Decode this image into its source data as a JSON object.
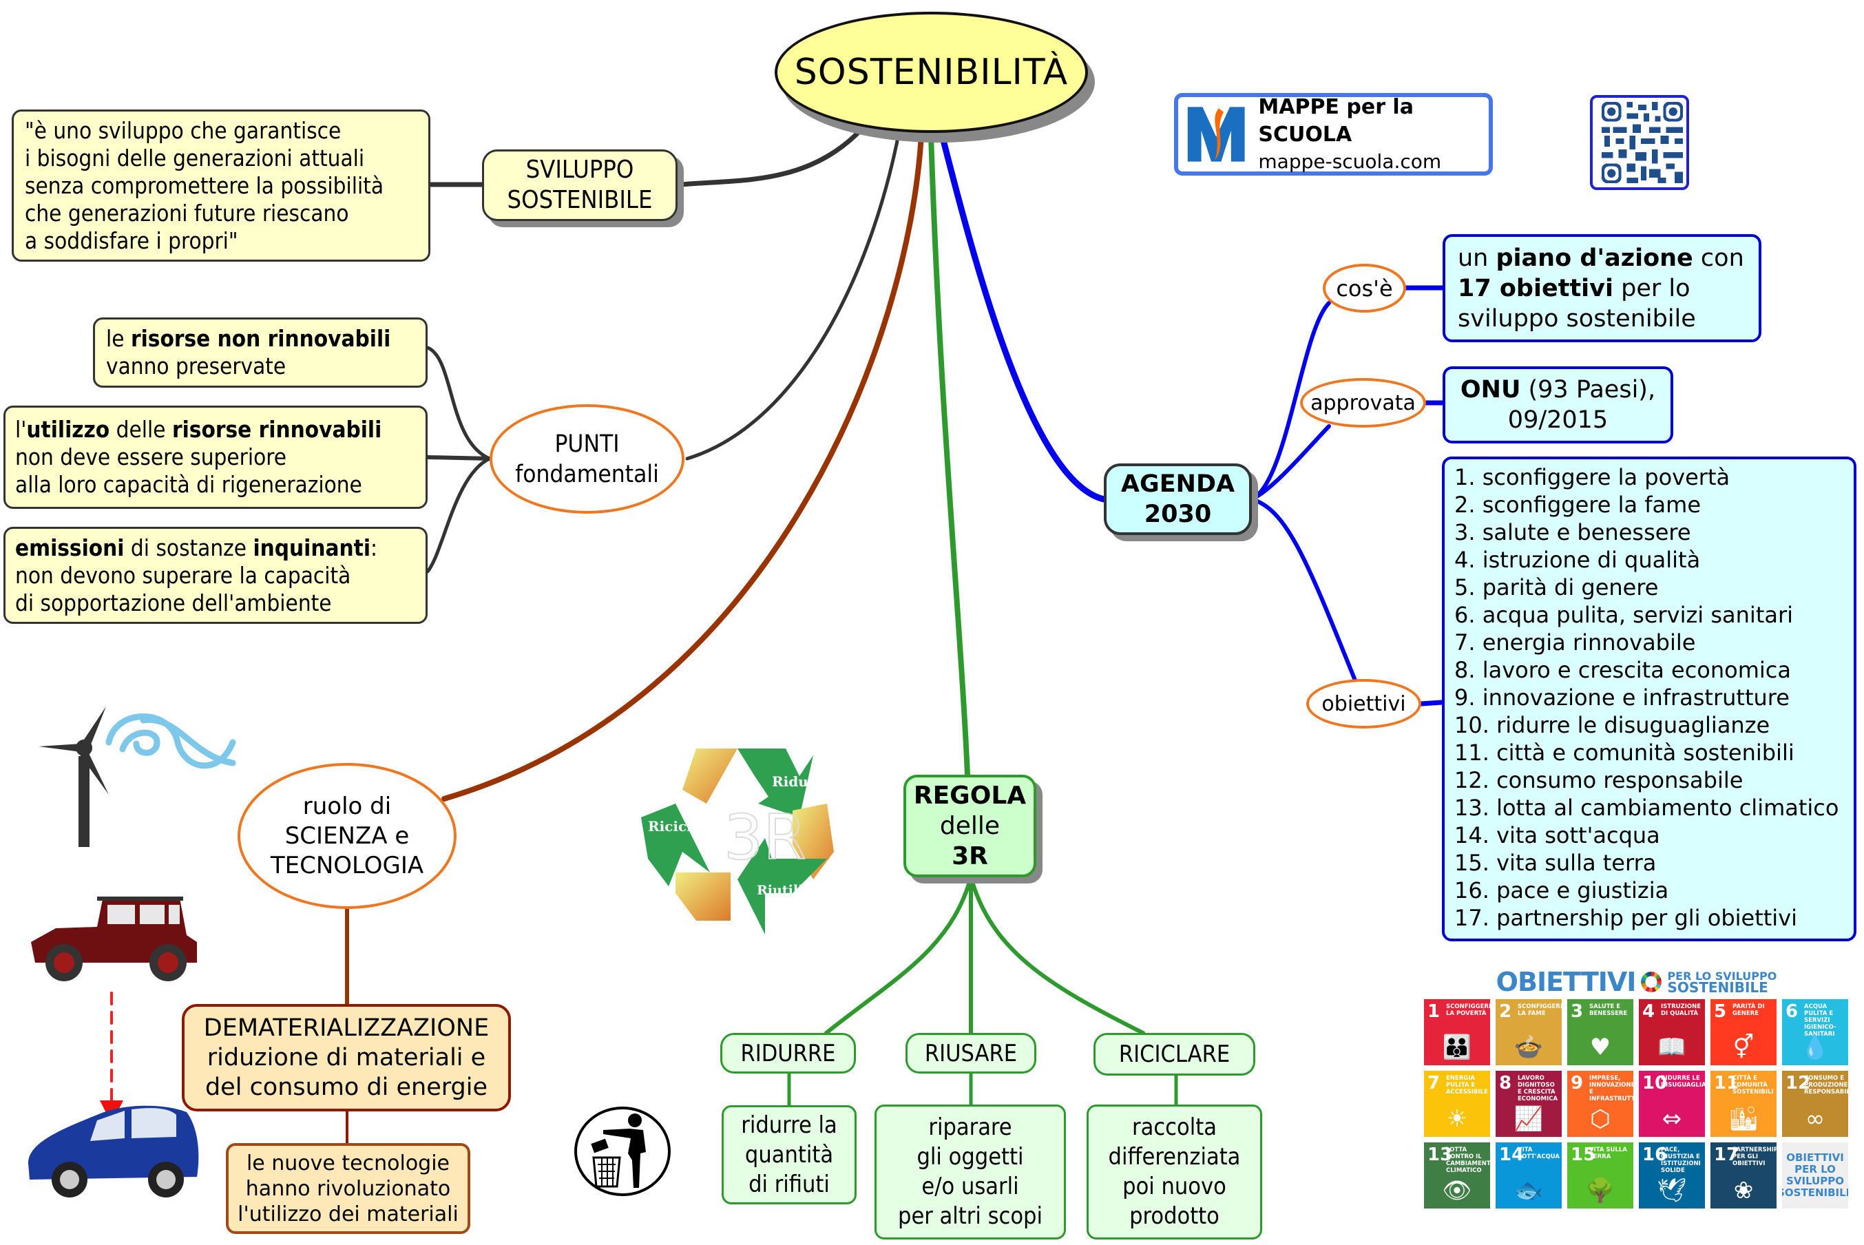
{
  "central": {
    "title": "SOSTENIBILITÀ"
  },
  "sviluppo": {
    "label_lines": [
      "SVILUPPO",
      "SOSTENIBILE"
    ],
    "definition_lines": [
      "\"è uno sviluppo che garantisce",
      "i bisogni delle generazioni attuali",
      "senza compromettere la possibilità",
      "che generazioni future riescano",
      "a soddisfare i propri\""
    ]
  },
  "punti": {
    "label_lines": [
      "PUNTI",
      "fondamentali"
    ],
    "items": [
      {
        "l1_a": "le ",
        "l1_b": "risorse non rinnovabili",
        "l2": "vanno preservate"
      },
      {
        "l1_a": "l'",
        "l1_b": "utilizzo",
        "l1_c": " delle ",
        "l1_d": "risorse rinnovabili",
        "l2": "non deve essere superiore",
        "l3": "alla loro capacità di rigenerazione"
      },
      {
        "l1_a": "emissioni",
        "l1_b": " di sostanze ",
        "l1_c": "inquinanti",
        "l1_d": ":",
        "l2": "non devono superare la capacità",
        "l3": "di sopportazione dell'ambiente"
      }
    ]
  },
  "branding": {
    "logo_title": "MAPPE per la SCUOLA",
    "logo_url_text": "mappe-scuola.com"
  },
  "agenda": {
    "label_lines": [
      "AGENDA",
      "2030"
    ],
    "cose": {
      "label": "cos'è",
      "text_a": "un ",
      "text_b": "piano d'azione",
      "text_c": " con",
      "text_d": "17 obiettivi",
      "text_e": " per lo",
      "text_f": "sviluppo sostenibile"
    },
    "approvata": {
      "label": "approvata",
      "text_a": "ONU",
      "text_b": " (93 Paesi),",
      "text_c": "09/2015"
    },
    "obiettivi": {
      "label": "obiettivi",
      "items": [
        "1. sconfiggere la povertà",
        "2. sconfiggere la fame",
        "3. salute e benessere",
        "4. istruzione di qualità",
        "5. parità di genere",
        "6. acqua pulita, servizi sanitari",
        "7. energia rinnovabile",
        "8. lavoro e crescita economica",
        "9. innovazione e infrastrutture",
        "10. ridurre le disuguaglianze",
        "11. città e comunità sostenibili",
        "12. consumo responsabile",
        "13. lotta al cambiamento climatico",
        "14. vita sott'acqua",
        "15. vita sulla terra",
        "16. pace e giustizia",
        "17. partnership per gli obiettivi"
      ]
    }
  },
  "scienza": {
    "label_lines": [
      "ruolo di",
      "SCIENZA e",
      "TECNOLOGIA"
    ],
    "demat_lines": [
      "DEMATERIALIZZAZIONE",
      "riduzione di materiali e",
      "del consumo di energie"
    ],
    "nuove_lines": [
      "le nuove tecnologie",
      "hanno rivoluzionato",
      "l'utilizzo dei materiali"
    ]
  },
  "regola": {
    "label_a": "REGOLA",
    "label_b": "delle",
    "label_c": "3R",
    "recycle_labels": {
      "riduci": "Riduci",
      "ricicla": "Ricicla",
      "riutilizza": "Riutilizza",
      "center": "3R"
    },
    "branches": [
      {
        "label": "RIDURRE",
        "desc_lines": [
          "ridurre la",
          "quantità",
          "di rifiuti"
        ]
      },
      {
        "label": "RIUSARE",
        "desc_lines": [
          "riparare",
          "gli oggetti",
          "e/o usarli",
          "per altri scopi"
        ]
      },
      {
        "label": "RICICLARE",
        "desc_lines": [
          "raccolta",
          "differenziata",
          "poi nuovo",
          "prodotto"
        ]
      }
    ]
  },
  "sdg_poster": {
    "title_big": "OBIETTIVI",
    "title_small_1": "PER LO SVILUPPO",
    "title_small_2": "SOSTENIBILE",
    "tiles": [
      {
        "n": "1",
        "label": "Sconfiggere la povertà",
        "color": "#e5243b",
        "icon": "👪"
      },
      {
        "n": "2",
        "label": "Sconfiggere la fame",
        "color": "#dda63a",
        "icon": "🍲"
      },
      {
        "n": "3",
        "label": "Salute e benessere",
        "color": "#4c9f38",
        "icon": "♥"
      },
      {
        "n": "4",
        "label": "Istruzione di qualità",
        "color": "#c5192d",
        "icon": "📖"
      },
      {
        "n": "5",
        "label": "Parità di genere",
        "color": "#ff3a21",
        "icon": "⚥"
      },
      {
        "n": "6",
        "label": "Acqua pulita e servizi igienico-sanitari",
        "color": "#26bde2",
        "icon": "💧"
      },
      {
        "n": "7",
        "label": "Energia pulita e accessibile",
        "color": "#fcc30b",
        "icon": "☀"
      },
      {
        "n": "8",
        "label": "Lavoro dignitoso e crescita economica",
        "color": "#a21942",
        "icon": "📈"
      },
      {
        "n": "9",
        "label": "Imprese, innovazione e infrastrutture",
        "color": "#fd6925",
        "icon": "⬡"
      },
      {
        "n": "10",
        "label": "Ridurre le disuguaglianze",
        "color": "#dd1367",
        "icon": "⇔"
      },
      {
        "n": "11",
        "label": "Città e comunità sostenibili",
        "color": "#fd9d24",
        "icon": "🏙"
      },
      {
        "n": "12",
        "label": "Consumo e produzione responsabili",
        "color": "#bf8b2e",
        "icon": "∞"
      },
      {
        "n": "13",
        "label": "Lotta contro il cambiamento climatico",
        "color": "#3f7e44",
        "icon": "👁"
      },
      {
        "n": "14",
        "label": "Vita sott'acqua",
        "color": "#0a97d9",
        "icon": "🐟"
      },
      {
        "n": "15",
        "label": "Vita sulla terra",
        "color": "#56c02b",
        "icon": "🌳"
      },
      {
        "n": "16",
        "label": "Pace, giustizia e istituzioni solide",
        "color": "#00689d",
        "icon": "🕊"
      },
      {
        "n": "17",
        "label": "Partnership per gli obiettivi",
        "color": "#19486a",
        "icon": "❀"
      }
    ],
    "logo_tile_lines": [
      "OBIETTIVI",
      "PER LO SVILUPPO",
      "SOSTENIBILE"
    ]
  },
  "colors": {
    "branch_gray": "#333333",
    "branch_brown": "#993300",
    "branch_green": "#2e9a2e",
    "branch_blue": "#0000ee",
    "oval_border": "#ee7722"
  }
}
